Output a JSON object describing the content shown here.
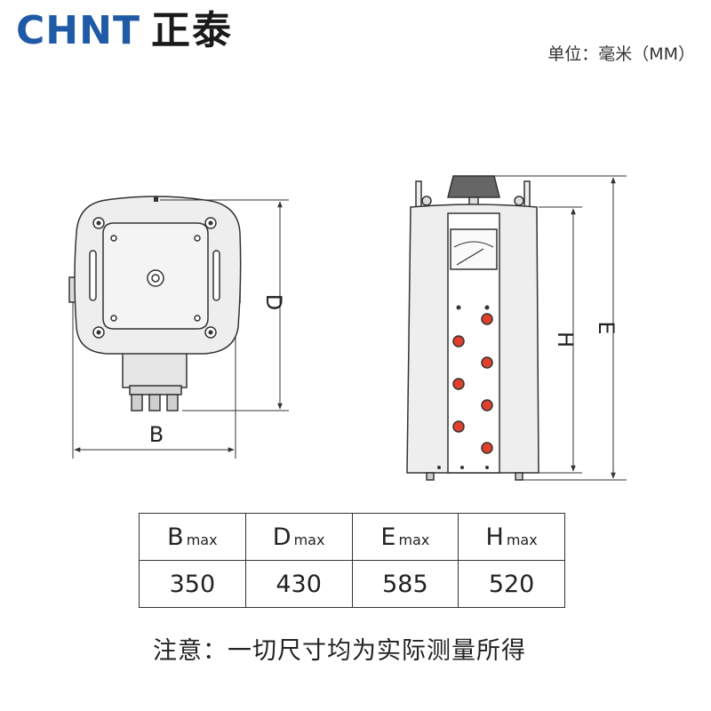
{
  "brand": {
    "logo_en": "CHNT",
    "logo_cn": "正泰",
    "logo_color": "#1f5aa6"
  },
  "unit_label": "单位：毫米（MM）",
  "dimension_labels": {
    "b": "B",
    "d": "D",
    "h": "H",
    "e": "E"
  },
  "table": {
    "headers": [
      {
        "letter": "B",
        "sub": "max"
      },
      {
        "letter": "D",
        "sub": "max"
      },
      {
        "letter": "E",
        "sub": "max"
      },
      {
        "letter": "H",
        "sub": "max"
      }
    ],
    "values": [
      "350",
      "430",
      "585",
      "520"
    ]
  },
  "note": "注意：一切尺寸均为实际测量所得",
  "colors": {
    "body_fill": "#eeeeee",
    "knob_fill": "#666666",
    "indicator_red": "#e0402a",
    "outline": "#333333"
  }
}
